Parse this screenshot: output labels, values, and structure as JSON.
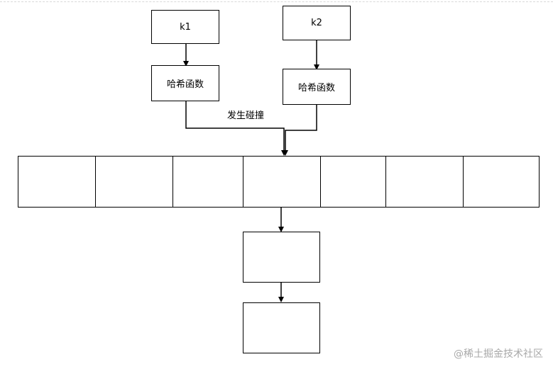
{
  "diagram": {
    "keys": [
      {
        "label": "k1"
      },
      {
        "label": "k2"
      }
    ],
    "hash_functions": [
      {
        "label": "哈希函数"
      },
      {
        "label": "哈希函数"
      }
    ],
    "collision_label": "发生碰撞",
    "bucket_count": 7,
    "chain_node_count": 2
  },
  "watermark": "@稀土掘金技术社区",
  "colors": {
    "stroke": "#000000",
    "background": "#ffffff",
    "watermark": "#a8a8a8"
  }
}
